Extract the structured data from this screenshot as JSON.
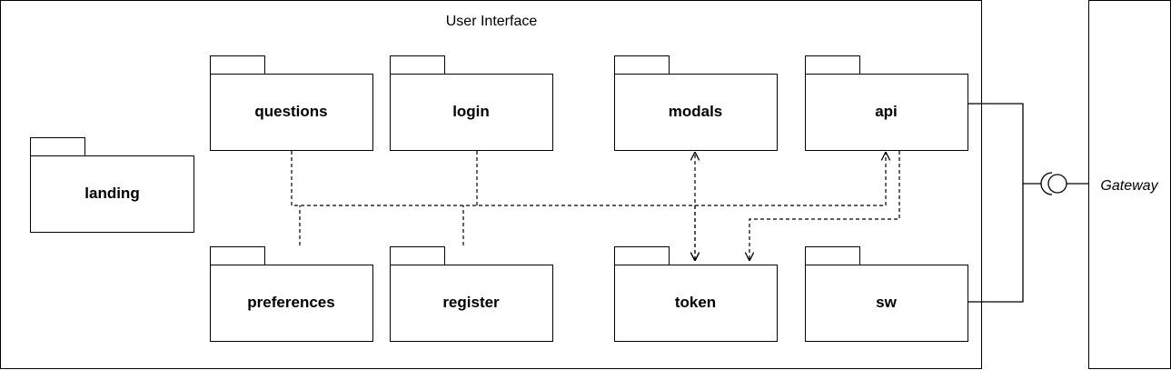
{
  "diagram": {
    "boundary_title": "User Interface",
    "gateway_label": "Gateway",
    "packages": {
      "landing": "landing",
      "questions": "questions",
      "login": "login",
      "modals": "modals",
      "api": "api",
      "preferences": "preferences",
      "register": "register",
      "token": "token",
      "sw": "sw"
    }
  },
  "colors": {
    "stroke": "#000000",
    "background": "#ffffff"
  }
}
